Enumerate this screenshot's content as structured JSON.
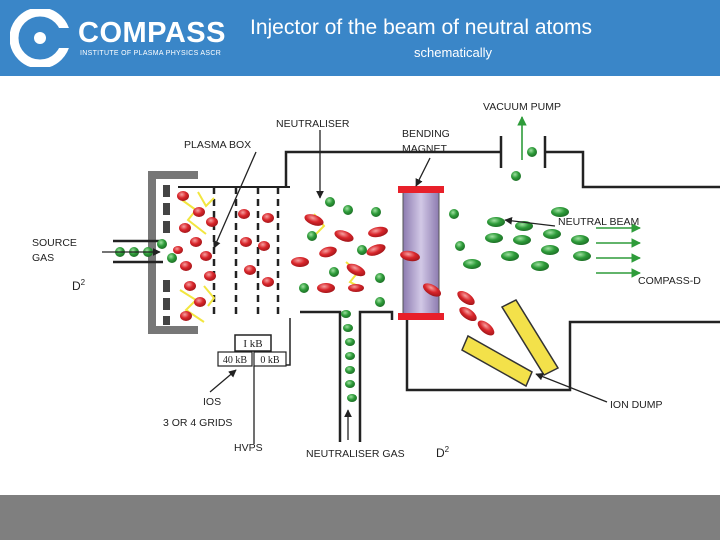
{
  "header": {
    "logo_name": "COMPASS",
    "logo_subtitle": "INSTITUTE OF PLASMA PHYSICS ASCR",
    "title": "Injector of the beam of  neutral atoms",
    "subtitle": "schematically"
  },
  "colors": {
    "header_blue": "#3a86c8",
    "footer_gray": "#7f7f7f",
    "ion_red": "#d9262b",
    "neutral_green": "#2e9c3a",
    "magnet_purple": "#b4a6cf",
    "ion_dump_yellow": "#f3e14a"
  },
  "labels": {
    "plasma_box": "PLASMA BOX",
    "neutraliser": "NEUTRALISER",
    "bending_magnet_1": "BENDING",
    "bending_magnet_2": "MAGNET",
    "vacuum_pump": "VACUUM PUMP",
    "neutral_beam": "NEUTRAL BEAM",
    "source_gas_1": "SOURCE",
    "source_gas_2": "GAS",
    "compass_d": "COMPASS-D",
    "ion_dump": "ION DUMP",
    "ios": "IOS",
    "grids": "3 OR 4 GRIDS",
    "hvps": "HVPS",
    "neutraliser_gas": "NEUTRALISER GAS",
    "gas_source": "D",
    "gas_neutraliser": "D",
    "gas_subscript": "2",
    "supply_top": "I kB",
    "supply_left": "40 kB",
    "supply_right": "0 kB"
  }
}
